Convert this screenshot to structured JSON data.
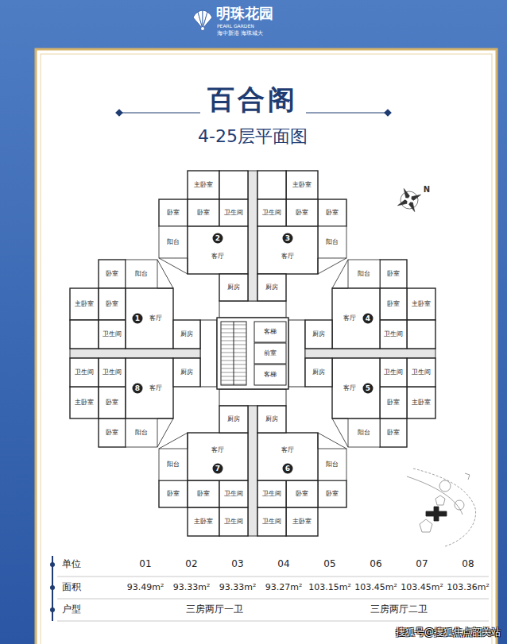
{
  "diagram": {
    "title": "百合阁",
    "labels": [
      "明珠花园",
      "PEARL GARDEN",
      "海中新港 海珠城大",
      "4-25层平面图",
      "N",
      "1",
      "客厅",
      "主卧室",
      "卧室",
      "卧室",
      "卫生间",
      "阳台",
      "厨房",
      "2",
      "客厅",
      "主卧室",
      "卧室",
      "卧室",
      "卫生间",
      "阳台",
      "厨房",
      "3",
      "客厅",
      "主卧室",
      "卧室",
      "卧室",
      "卫生间",
      "阳台",
      "厨房",
      "4",
      "客厅",
      "主卧室",
      "卧室",
      "卧室",
      "卫生间",
      "阳台",
      "厨房",
      "5",
      "客厅",
      "主卧室",
      "卧室",
      "卧室",
      "卫生间",
      "卫生间",
      "阳台",
      "厨房",
      "6",
      "客厅",
      "主卧室",
      "卧室",
      "卧室",
      "卫生间",
      "卫生间",
      "阳台",
      "厨房",
      "7",
      "客厅",
      "主卧室",
      "卧室",
      "卧室",
      "卫生间",
      "卫生间",
      "阳台",
      "厨房",
      "8",
      "客厅",
      "主卧室",
      "卧室",
      "卧室",
      "卫生间",
      "卫生间",
      "阳台",
      "厨房",
      "客梯",
      "前室",
      "客梯",
      "单位",
      "01",
      "02",
      "03",
      "04",
      "05",
      "06",
      "07",
      "08",
      "面积",
      "93.49m²",
      "93.33m²",
      "93.33m²",
      "93.27m²",
      "103.15m²",
      "103.45m²",
      "103.45m²",
      "103.36m²",
      "户型",
      "三房两厅一卫",
      "三房两厅二卫",
      "搜狐号@搜狐焦点韶关站"
    ]
  }
}
